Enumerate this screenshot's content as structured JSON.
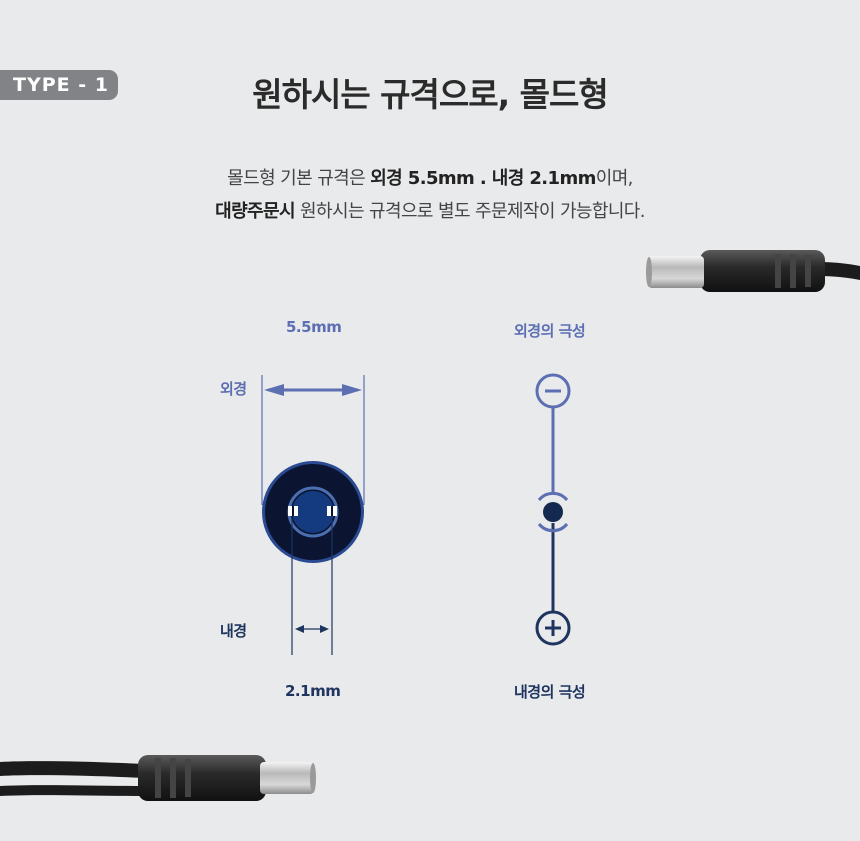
{
  "badge": "TYPE - 1",
  "title": "원하시는 규격으로, 몰드형",
  "description": {
    "line1_pre": "몰드형 기본 규격은 ",
    "line1_bold": "외경 5.5mm . 내경 2.1mm",
    "line1_post": "이며,",
    "line2_bold": "대량주문시",
    "line2_post": " 원하시는 규격으로 별도 주문제작이 가능합니다."
  },
  "diagram_left": {
    "top_dimension": "5.5mm",
    "outer_label": "외경",
    "inner_label": "내경",
    "bottom_dimension": "2.1mm"
  },
  "diagram_right": {
    "top_label": "외경의 극성",
    "bottom_label": "내경의 극성",
    "top_symbol": "−",
    "bottom_symbol": "+"
  },
  "colors": {
    "accent_light": "#5c6fb3",
    "accent_dark": "#1f3560",
    "badge_bg": "#828386",
    "background": "#e9eaeb"
  }
}
